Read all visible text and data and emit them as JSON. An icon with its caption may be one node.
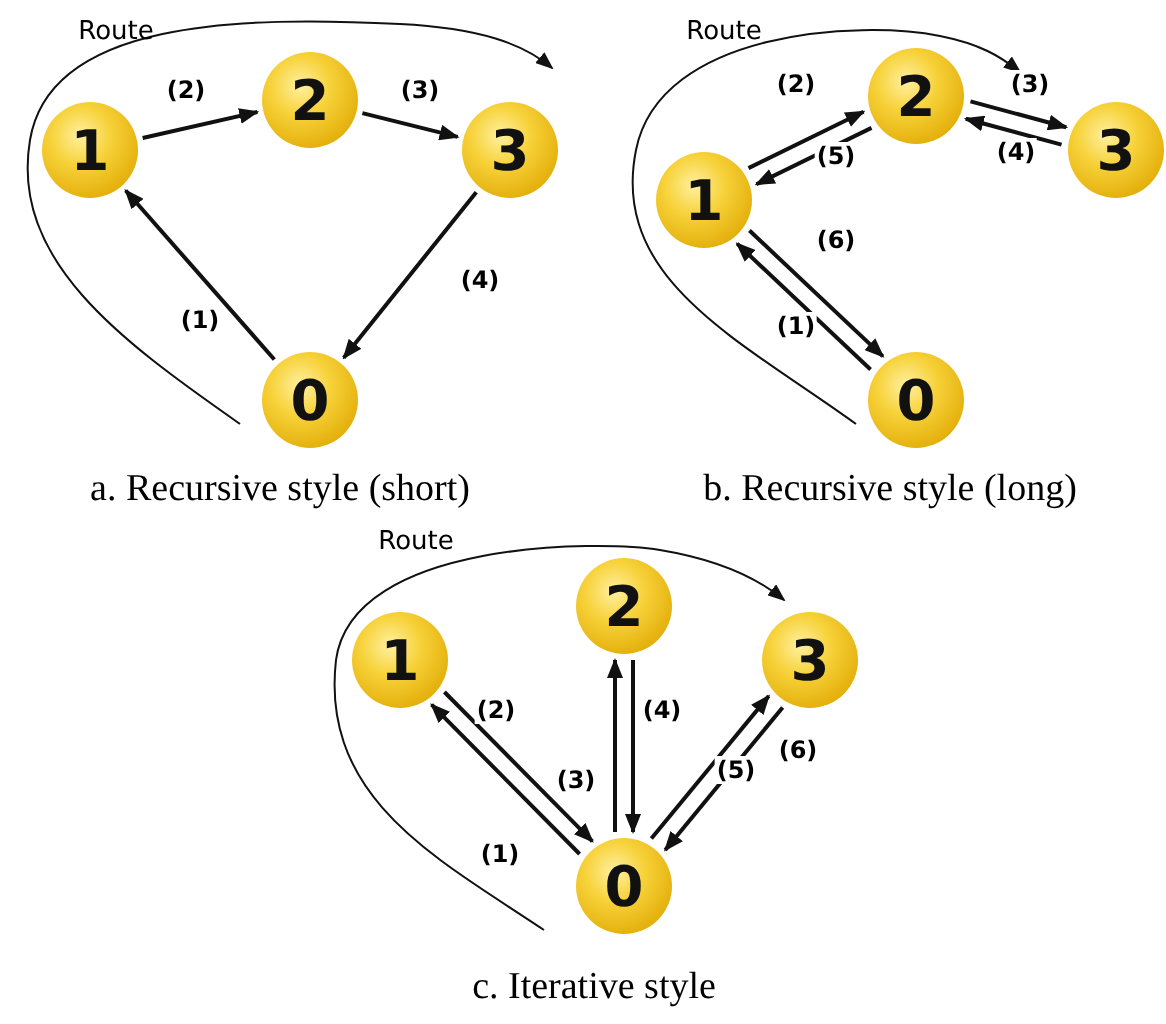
{
  "diagram": {
    "nodes": [
      {
        "text": [
          "1"
        ]
      },
      {
        "text": [
          "2"
        ]
      },
      {
        "text": [
          "3"
        ]
      },
      {
        "text": [
          "0"
        ]
      },
      {
        "text": [
          "1"
        ]
      },
      {
        "text": [
          "2"
        ]
      },
      {
        "text": [
          "3"
        ]
      },
      {
        "text": [
          "0"
        ]
      },
      {
        "text": [
          "1"
        ]
      },
      {
        "text": [
          "2"
        ]
      },
      {
        "text": [
          "3"
        ]
      },
      {
        "text": [
          "0"
        ]
      }
    ],
    "edges": [
      {
        "from": 3,
        "to": 0,
        "arrow": "to",
        "label": "(1)"
      },
      {
        "from": 0,
        "to": 1,
        "arrow": "to",
        "label": "(2)"
      },
      {
        "from": 1,
        "to": 2,
        "arrow": "to",
        "label": "(3)"
      },
      {
        "from": 2,
        "to": 3,
        "arrow": "to",
        "label": "(4)"
      },
      {
        "from": 7,
        "to": 4,
        "arrow": "to",
        "label": "(1)"
      },
      {
        "from": 4,
        "to": 5,
        "arrow": "to",
        "label": "(2)"
      },
      {
        "from": 5,
        "to": 6,
        "arrow": "to",
        "label": "(3)"
      },
      {
        "from": 6,
        "to": 5,
        "arrow": "to",
        "label": "(4)"
      },
      {
        "from": 5,
        "to": 4,
        "arrow": "to",
        "label": "(5)"
      },
      {
        "from": 4,
        "to": 7,
        "arrow": "to",
        "label": "(6)"
      },
      {
        "from": 11,
        "to": 8,
        "arrow": "to",
        "label": "(1)"
      },
      {
        "from": 8,
        "to": 11,
        "arrow": "to",
        "label": "(2)"
      },
      {
        "from": 11,
        "to": 9,
        "arrow": "to",
        "label": "(3)"
      },
      {
        "from": 9,
        "to": 11,
        "arrow": "to",
        "label": "(4)"
      },
      {
        "from": 11,
        "to": 10,
        "arrow": "to",
        "label": "(5)"
      },
      {
        "from": 10,
        "to": 11,
        "arrow": "to",
        "label": "(6)"
      }
    ],
    "labels": [
      "Route",
      "Route",
      "a. Recursive style (short)",
      "b. Recursive style (long)",
      "Route",
      "c. Iterative style"
    ]
  }
}
